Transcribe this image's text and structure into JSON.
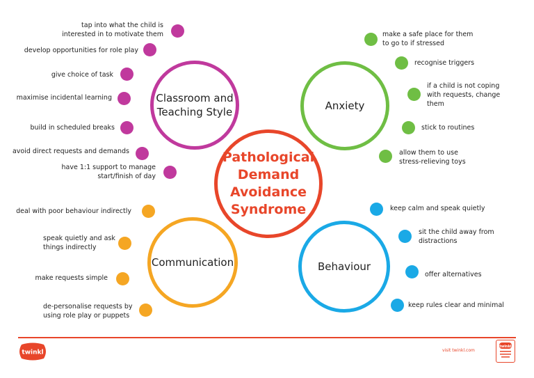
{
  "center": {
    "title": "Pathological\nDemand\nAvoidance\nSyndrome",
    "color": "#e8462a"
  },
  "hubs": {
    "classroom": {
      "title": "Classroom and\nTeaching Style",
      "color": "#c0399d"
    },
    "anxiety": {
      "title": "Anxiety",
      "color": "#6fbe44"
    },
    "communication": {
      "title": "Communication",
      "color": "#f5a623"
    },
    "behaviour": {
      "title": "Behaviour",
      "color": "#1aa9e6"
    }
  },
  "classroom_items": [
    "tap into what the child is\ninterested in to motivate them",
    "develop opportunities for role play",
    "give choice of task",
    "maximise incidental learning",
    "build in scheduled breaks",
    "avoid direct requests and demands",
    "have 1:1 support to manage\nstart/finish of day"
  ],
  "anxiety_items": [
    "make a safe place for them\nto go to if stressed",
    "recognise triggers",
    "if a child is not coping\nwith requests, change\nthem",
    "stick to routines",
    "allow them to use\nstress-relieving toys"
  ],
  "communication_items": [
    "deal with poor behaviour indirectly",
    "speak quietly and ask\nthings indirectly",
    "make requests simple",
    "de-personalise requests by\nusing role play or puppets"
  ],
  "behaviour_items": [
    "keep calm and speak quietly",
    "sit the child away from\ndistractions",
    "offer alternatives",
    "keep rules clear and minimal"
  ],
  "footer": {
    "brand": "twinkl",
    "visit": "visit twinkl.com",
    "badge": "twinkl"
  }
}
